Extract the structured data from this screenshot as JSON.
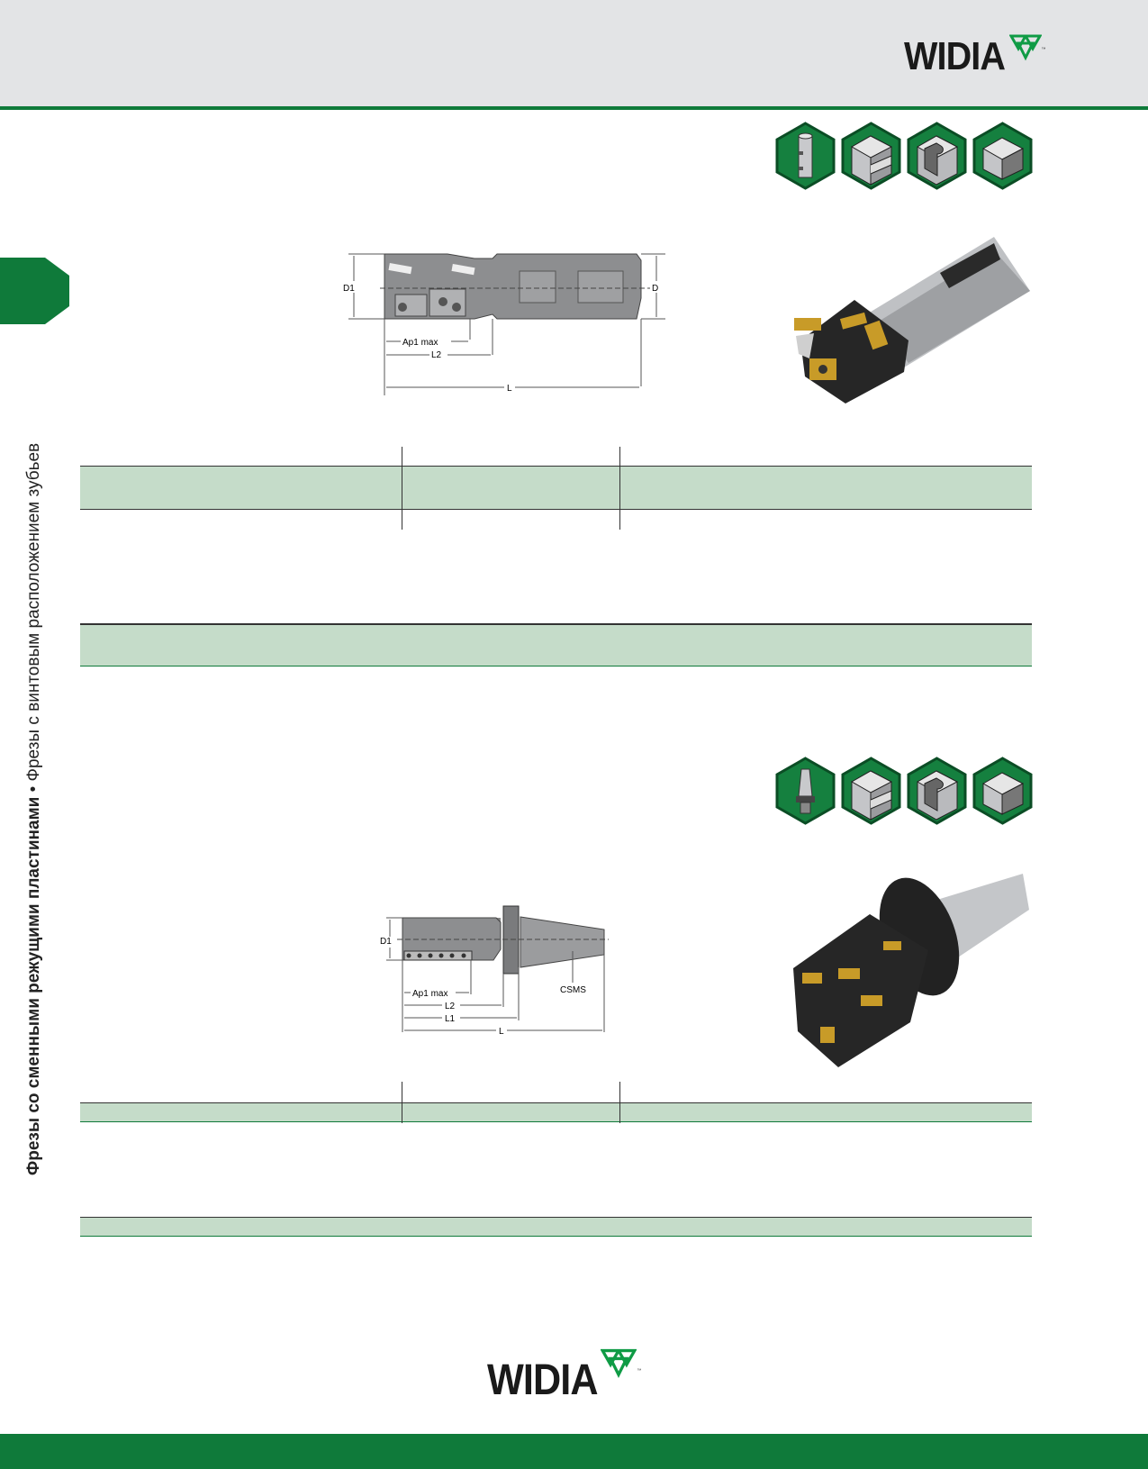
{
  "brand": {
    "name": "WIDIA",
    "tm": "™",
    "green": "#0f7a3a",
    "band": "#c5dcc9"
  },
  "side": {
    "bold": "Фрезы со сменными режущими пластинами",
    "bullet": "•",
    "normal": "Фрезы с винтовым расположением зубьев"
  },
  "section1": {
    "icons": [
      "cylindrical-shank-icon",
      "shoulder-milling-icon",
      "slotting-icon",
      "face-milling-icon"
    ],
    "drawing": {
      "d1": "D1",
      "d": "D",
      "ap": "Ap1 max",
      "l2": "L2",
      "l": "L"
    }
  },
  "section2": {
    "icons": [
      "taper-shank-icon",
      "shoulder-milling-icon",
      "slotting-icon",
      "face-milling-icon"
    ],
    "drawing": {
      "d1": "D1",
      "ap": "Ap1 max",
      "l2": "L2",
      "l1": "L1",
      "l": "L",
      "csms": "CSMS"
    }
  }
}
